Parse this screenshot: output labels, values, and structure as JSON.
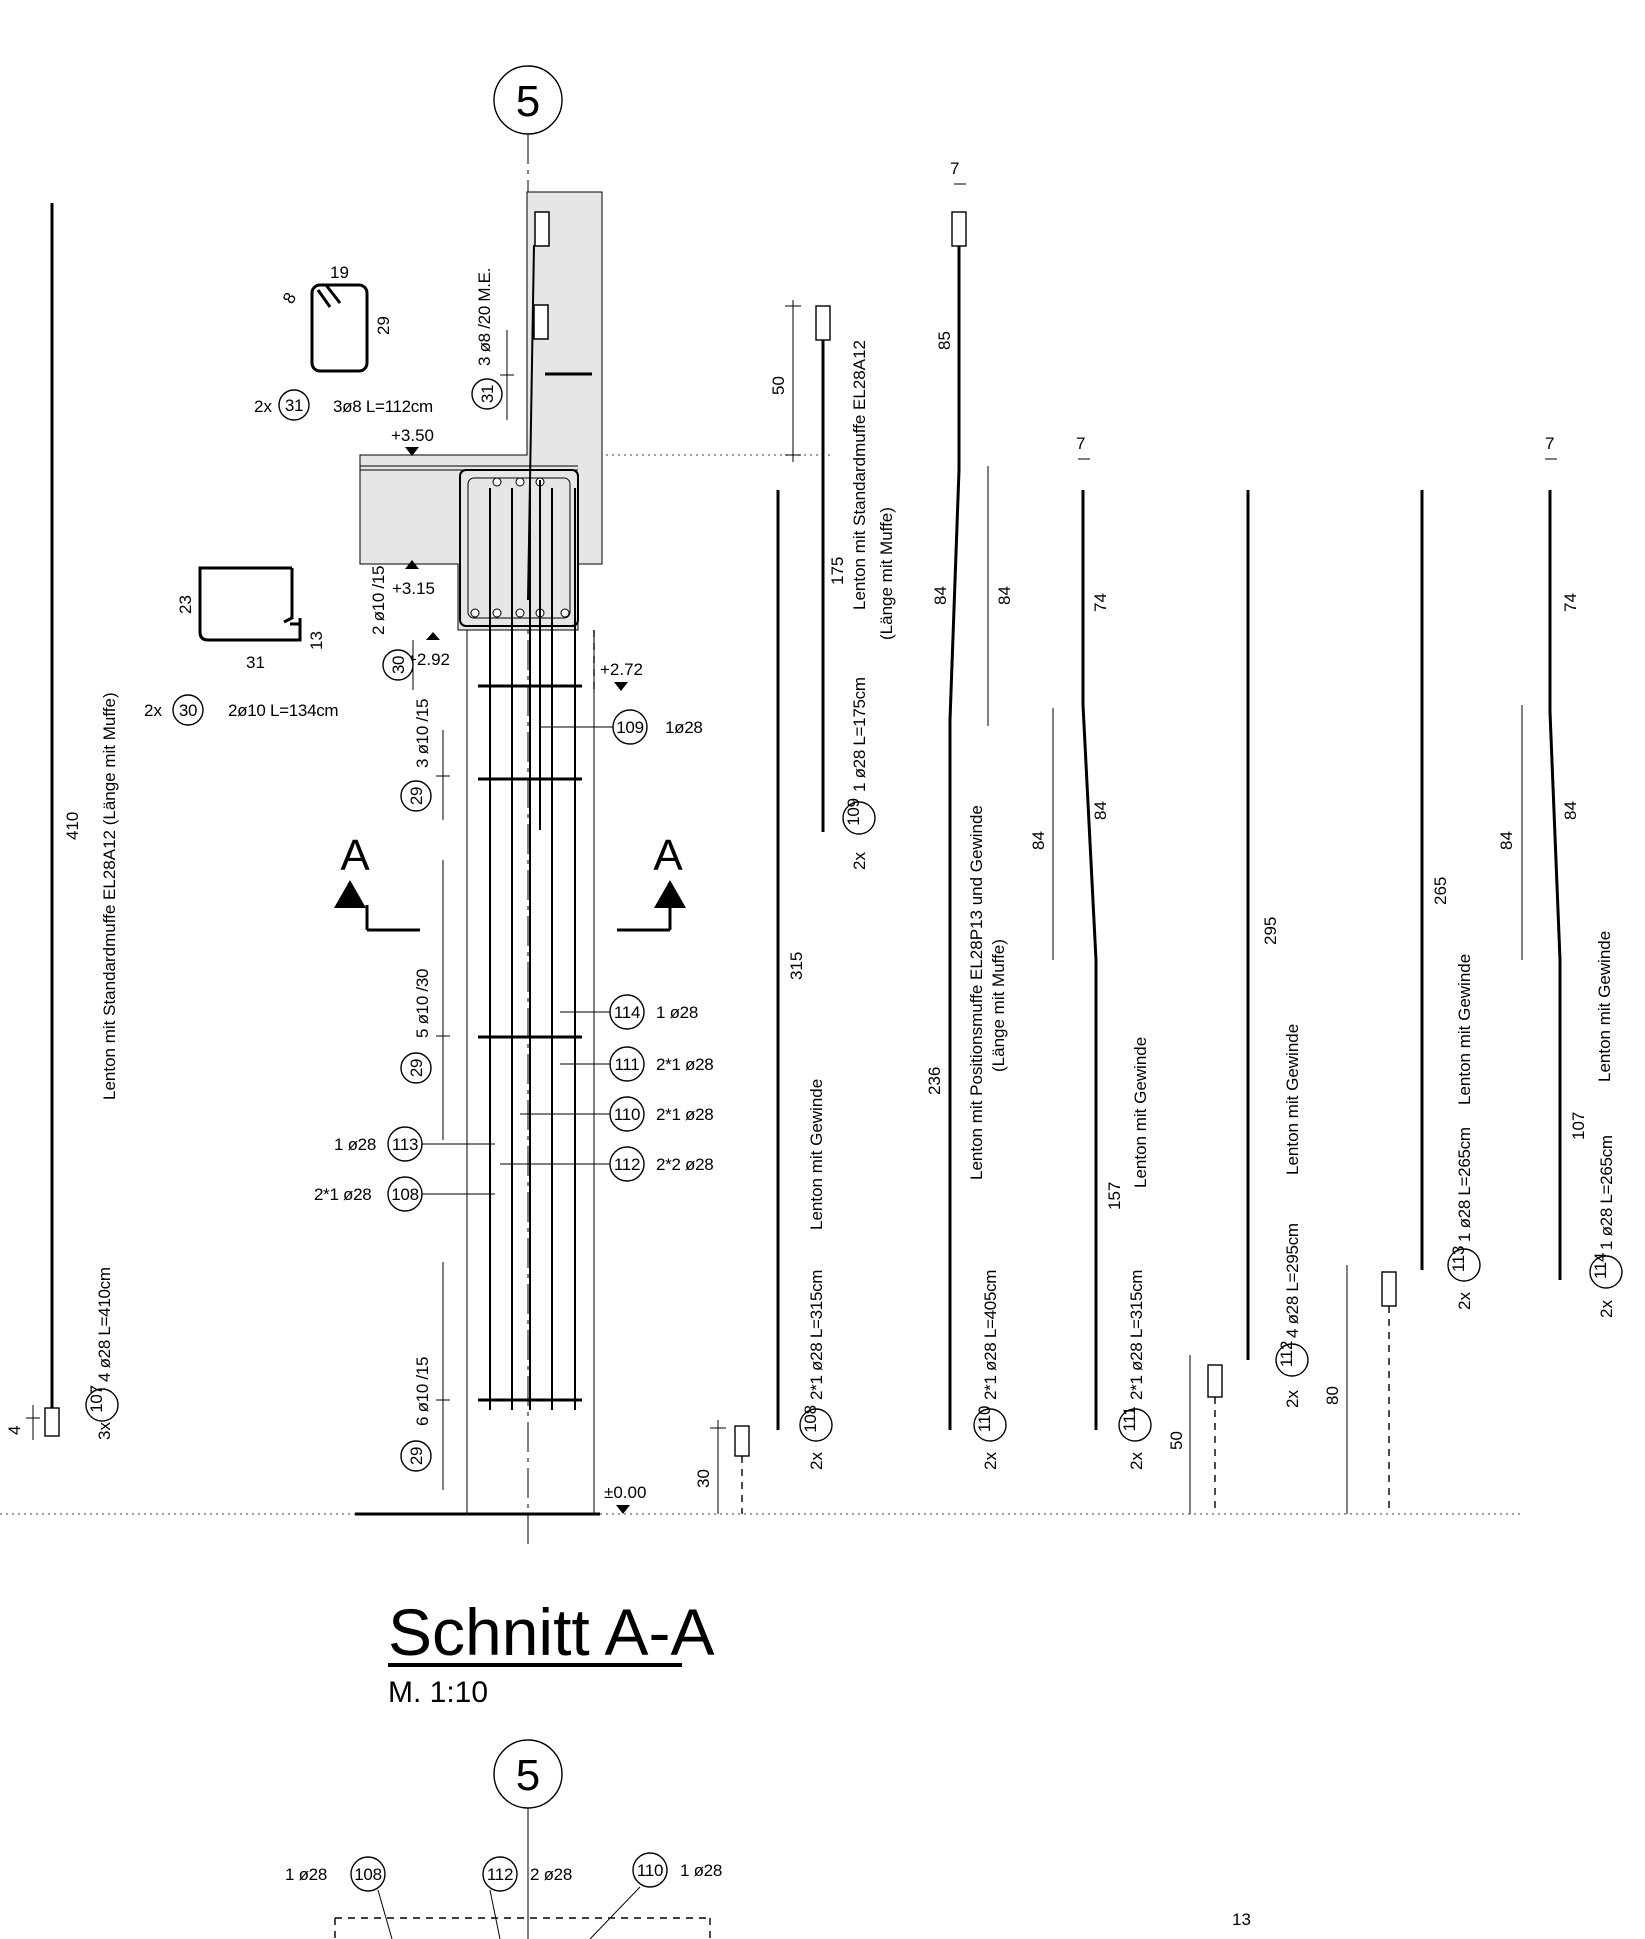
{
  "axis_label": "5",
  "section_title": "Schnitt A-A",
  "scale": "M. 1:10",
  "section_mark": "A",
  "levels": [
    "+3.50",
    "+3.15",
    "+2.92",
    "+2.72",
    "±0.00"
  ],
  "stirrup_31": {
    "dim_top": "19",
    "dim_side": "29",
    "dim_hook": "8",
    "count": "2x",
    "pos": "31",
    "desc": "3ø8 L=112cm"
  },
  "stirrup_30": {
    "dim_left": "23",
    "dim_bottom": "31",
    "dim_right": "13",
    "count": "2x",
    "pos": "30",
    "desc": "2ø10 L=134cm"
  },
  "column_stirrups": [
    {
      "pos": "31",
      "text": "3 ø8 /20 M.E."
    },
    {
      "pos": "30",
      "text": "2 ø10 /15"
    },
    {
      "pos": "29",
      "text": "3 ø10 /15"
    },
    {
      "pos": "29",
      "text": "5 ø10 /30"
    },
    {
      "pos": "29",
      "text": "6 ø10 /15"
    }
  ],
  "callouts_right": [
    {
      "pos": "109",
      "text": "1ø28"
    },
    {
      "pos": "114",
      "text": "1 ø28"
    },
    {
      "pos": "111",
      "text": "2*1 ø28"
    },
    {
      "pos": "110",
      "text": "2*1 ø28"
    },
    {
      "pos": "112",
      "text": "2*2 ø28"
    }
  ],
  "callouts_left": [
    {
      "pos": "113",
      "text": "1 ø28"
    },
    {
      "pos": "108",
      "text": "2*1 ø28"
    }
  ],
  "bars": [
    {
      "count": "3x",
      "pos": "107",
      "spec": "4 ø28  L=410cm",
      "note": "Lenton mit Standardmuffe EL28A12 (Länge mit Muffe)",
      "len": "410",
      "small": "4"
    },
    {
      "count": "2x",
      "pos": "108",
      "spec": "2*1 ø28  L=315cm",
      "note": "Lenton mit  Gewinde",
      "len": "315",
      "dim": "30"
    },
    {
      "count": "2x",
      "pos": "109",
      "spec": "1 ø28  L=175cm",
      "note": "Lenton mit Standardmuffe EL28A12",
      "note2": "(Länge mit Muffe)",
      "len": "175",
      "dim": "50"
    },
    {
      "count": "2x",
      "pos": "110",
      "spec": "2*1 ø28  L=405cm",
      "note": "Lenton mit Positionsmuffe EL28P13 und Gewinde",
      "note2": "(Länge mit Muffe)",
      "len": "236",
      "d1": "85",
      "d2": "84",
      "d3": "84",
      "top": "7"
    },
    {
      "count": "2x",
      "pos": "111",
      "spec": "2*1 ø28  L=315cm",
      "note": "Lenton mit  Gewinde",
      "len": "157",
      "d1": "74",
      "d2": "84",
      "d3": "84",
      "top": "7",
      "dim": "50"
    },
    {
      "count": "2x",
      "pos": "112",
      "spec": "4 ø28  L=295cm",
      "note": "Lenton mit Gewinde",
      "len": "295",
      "dim": "80"
    },
    {
      "count": "2x",
      "pos": "113",
      "spec": "1 ø28  L=265cm",
      "note": "Lenton mit  Gewinde",
      "len": "265"
    },
    {
      "count": "2x",
      "pos": "114",
      "spec": "1 ø28  L=265cm",
      "note": "Lenton mit  Gewinde",
      "len": "107",
      "d1": "74",
      "d2": "84",
      "d3": "84",
      "top": "7"
    }
  ],
  "section_bottom": {
    "axis_label": "5",
    "callouts": [
      {
        "pos": "108",
        "text": "1 ø28"
      },
      {
        "pos": "112",
        "text": "2 ø28"
      },
      {
        "pos": "110",
        "text": "1 ø28"
      }
    ],
    "dim": "13"
  }
}
